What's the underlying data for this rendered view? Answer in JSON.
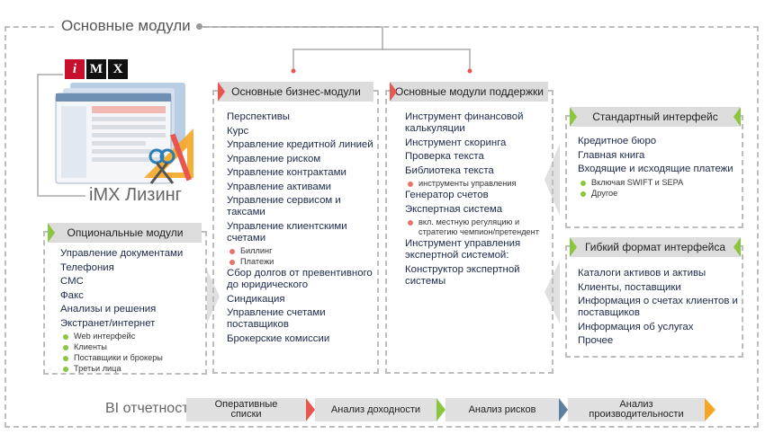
{
  "title": "Основные модули",
  "logo": {
    "i": "i",
    "m": "M",
    "x": "X"
  },
  "product_label": "iMX Лизинг",
  "business": {
    "header": "Основные бизнес-модули",
    "items": [
      {
        "text": "Перспективы"
      },
      {
        "text": "Курс"
      },
      {
        "text": "Управление кредитной линией"
      },
      {
        "text": "Управление риском"
      },
      {
        "text": "Управление контрактами"
      },
      {
        "text": "Управление активами"
      },
      {
        "text": "Управление сервисом и таксами"
      },
      {
        "text": "Управление клиентскими счетами"
      },
      {
        "sub": "Биллинг"
      },
      {
        "sub": "Платежи"
      },
      {
        "text": "Сбор долгов от превентивного до юридического"
      },
      {
        "text": "Синдикация"
      },
      {
        "text": "Управление счетами поставщиков"
      },
      {
        "text": "Брокерские комиссии"
      }
    ]
  },
  "support": {
    "header": "Основные модули поддержки",
    "items": [
      {
        "text": "Инструмент финансовой калькуляции"
      },
      {
        "text": "Инструмент скоринга"
      },
      {
        "text": "Проверка текста"
      },
      {
        "text": "Библиотека текста"
      },
      {
        "sub": "инструменты управления"
      },
      {
        "text": "Генератор счетов"
      },
      {
        "text": "Экспертная система"
      },
      {
        "sub": "вкл. местную регуляцию и стратегию чемпион/претендент"
      },
      {
        "text": "Инструмент управления экспертной системой:"
      },
      {
        "text": "Конструктор экспертной системы"
      }
    ]
  },
  "optional": {
    "header": "Опциональные модули",
    "items": [
      {
        "text": "Управление документами"
      },
      {
        "text": "Телефония"
      },
      {
        "text": "СМС"
      },
      {
        "text": "Факс"
      },
      {
        "text": "Анализы и решения"
      },
      {
        "text": "Экстранет/интернет"
      },
      {
        "sub": "Web интерфейс"
      },
      {
        "sub": "Клиенты"
      },
      {
        "sub": "Поставщики и брокеры"
      },
      {
        "sub": "Третьи лица"
      }
    ]
  },
  "standard": {
    "header": "Стандартный интерфейс",
    "items": [
      {
        "text": "Кредитное бюро"
      },
      {
        "text": "Главная книга"
      },
      {
        "text": "Входящие и исходящие платежи"
      },
      {
        "sub": "Включая SWIFT и SEPA"
      },
      {
        "sub": "Другое"
      }
    ]
  },
  "flexible": {
    "header": "Гибкий формат интерфейса",
    "items": [
      {
        "text": "Каталоги активов и активы"
      },
      {
        "text": "Клиенты, поставщики"
      },
      {
        "text": "Информация о счетах клиентов и поставщиков"
      },
      {
        "text": "Информация об услугах"
      },
      {
        "text": "Прочее"
      }
    ]
  },
  "bi": {
    "label": "BI отчетность",
    "steps": [
      "Оперативные списки",
      "Анализ доходности",
      "Анализ рисков",
      "Анализ производительности"
    ]
  },
  "colors": {
    "red": "#e8574e",
    "green": "#8cc63f",
    "blue": "#5b7fa3",
    "orange": "#f5a623",
    "navy": "#1b2a4a"
  }
}
